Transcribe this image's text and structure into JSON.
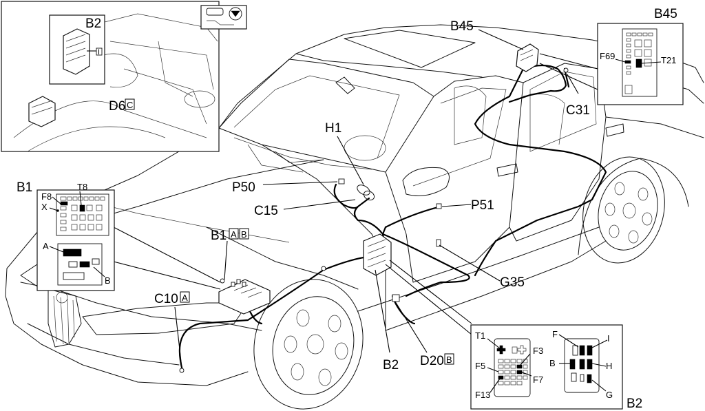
{
  "labels": {
    "B45": "B45",
    "B45_inset": "B45",
    "F69": "F69",
    "T21": "T21",
    "C31": "C31",
    "H1": "H1",
    "P50": "P50",
    "C15": "C15",
    "P51": "P51",
    "B1": "B1",
    "B1_tag_a": "A",
    "B1_tag_b": "B",
    "B1_inset": "B1",
    "T8": "T8",
    "F8": "F8",
    "X": "X",
    "A": "A",
    "B": "B",
    "C10": "C10",
    "C10_tag": "A",
    "G35": "G35",
    "B2": "B2",
    "B2_inset_top": "B2",
    "B2_tag": "I",
    "D20": "D20",
    "D20_tag": "B",
    "D6": "D6",
    "D6_tag": "C",
    "T1": "T1",
    "F3": "F3",
    "F5": "F5",
    "F7": "F7",
    "F13": "F13",
    "B2_inset_bottom": "B2",
    "rF": "F",
    "rI": "I",
    "rB": "B",
    "rH": "H",
    "rG": "G"
  }
}
